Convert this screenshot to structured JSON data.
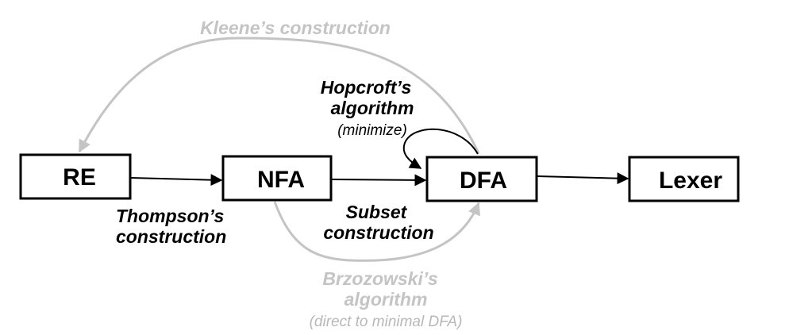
{
  "colors": {
    "primary": "#000000",
    "muted": "#c4c4c4",
    "muted_text": "#b8b8b8"
  },
  "nodes": {
    "re": "RE",
    "nfa": "NFA",
    "dfa": "DFA",
    "lexer": "Lexer"
  },
  "edges": {
    "thompson": {
      "line1": "Thompson’s",
      "line2": "construction"
    },
    "subset": {
      "line1": "Subset",
      "line2": "construction"
    },
    "hopcroft": {
      "line1": "Hopcroft’s",
      "line2": "algorithm",
      "note": "(minimize)"
    },
    "kleene": {
      "line1": "Kleene’s construction"
    },
    "brzozowski": {
      "line1": "Brzozowski’s",
      "line2": "algorithm",
      "note": "(direct to minimal DFA)"
    }
  }
}
